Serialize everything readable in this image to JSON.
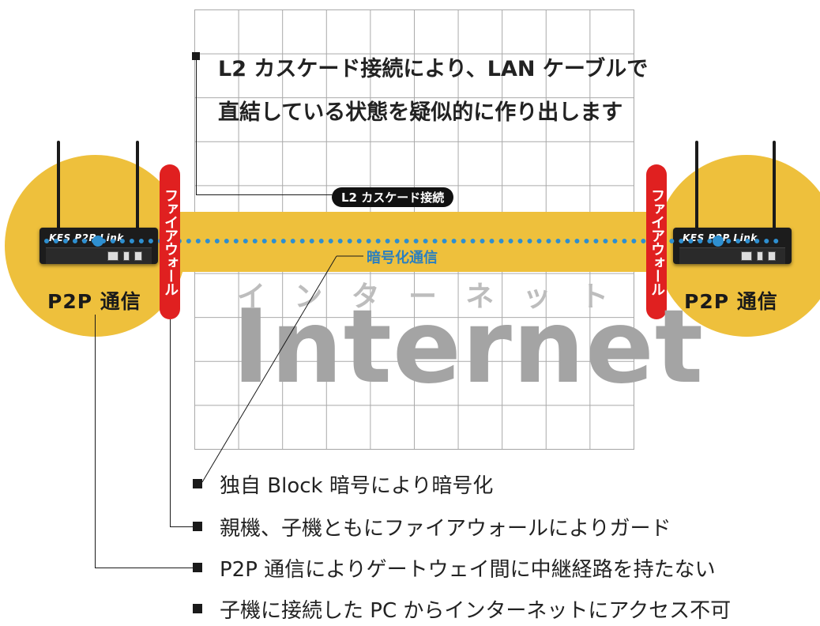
{
  "top_bullet": {
    "line1": "L2 カスケード接続により、LAN ケーブルで",
    "line2": "直結している状態を疑似的に作り出します"
  },
  "l2_badge": "L2 カスケード接続",
  "encryption_label": "暗号化通信",
  "internet": {
    "katakana": [
      "イ",
      "ン",
      "タ",
      "ー",
      "ネ",
      "ッ",
      "ト"
    ],
    "word": "Internet"
  },
  "firewall_label": "ファイアウォール",
  "left_node": {
    "label": "P2P 通信",
    "device_brand": "KES P2P Link"
  },
  "right_node": {
    "label": "P2P 通信",
    "device_brand": "KES P2P Link"
  },
  "bullets": [
    "独自 Block 暗号により暗号化",
    "親機、子機ともにファイアウォールによりガード",
    "P2P 通信によりゲートウェイ間に中継経路を持たない",
    "子機に接続した PC からインターネットにアクセス不可"
  ],
  "colors": {
    "band": "#eec03c",
    "tunnel": "#2e8fd0",
    "firewall": "#e02020",
    "internet_text": "#a4a4a4"
  }
}
